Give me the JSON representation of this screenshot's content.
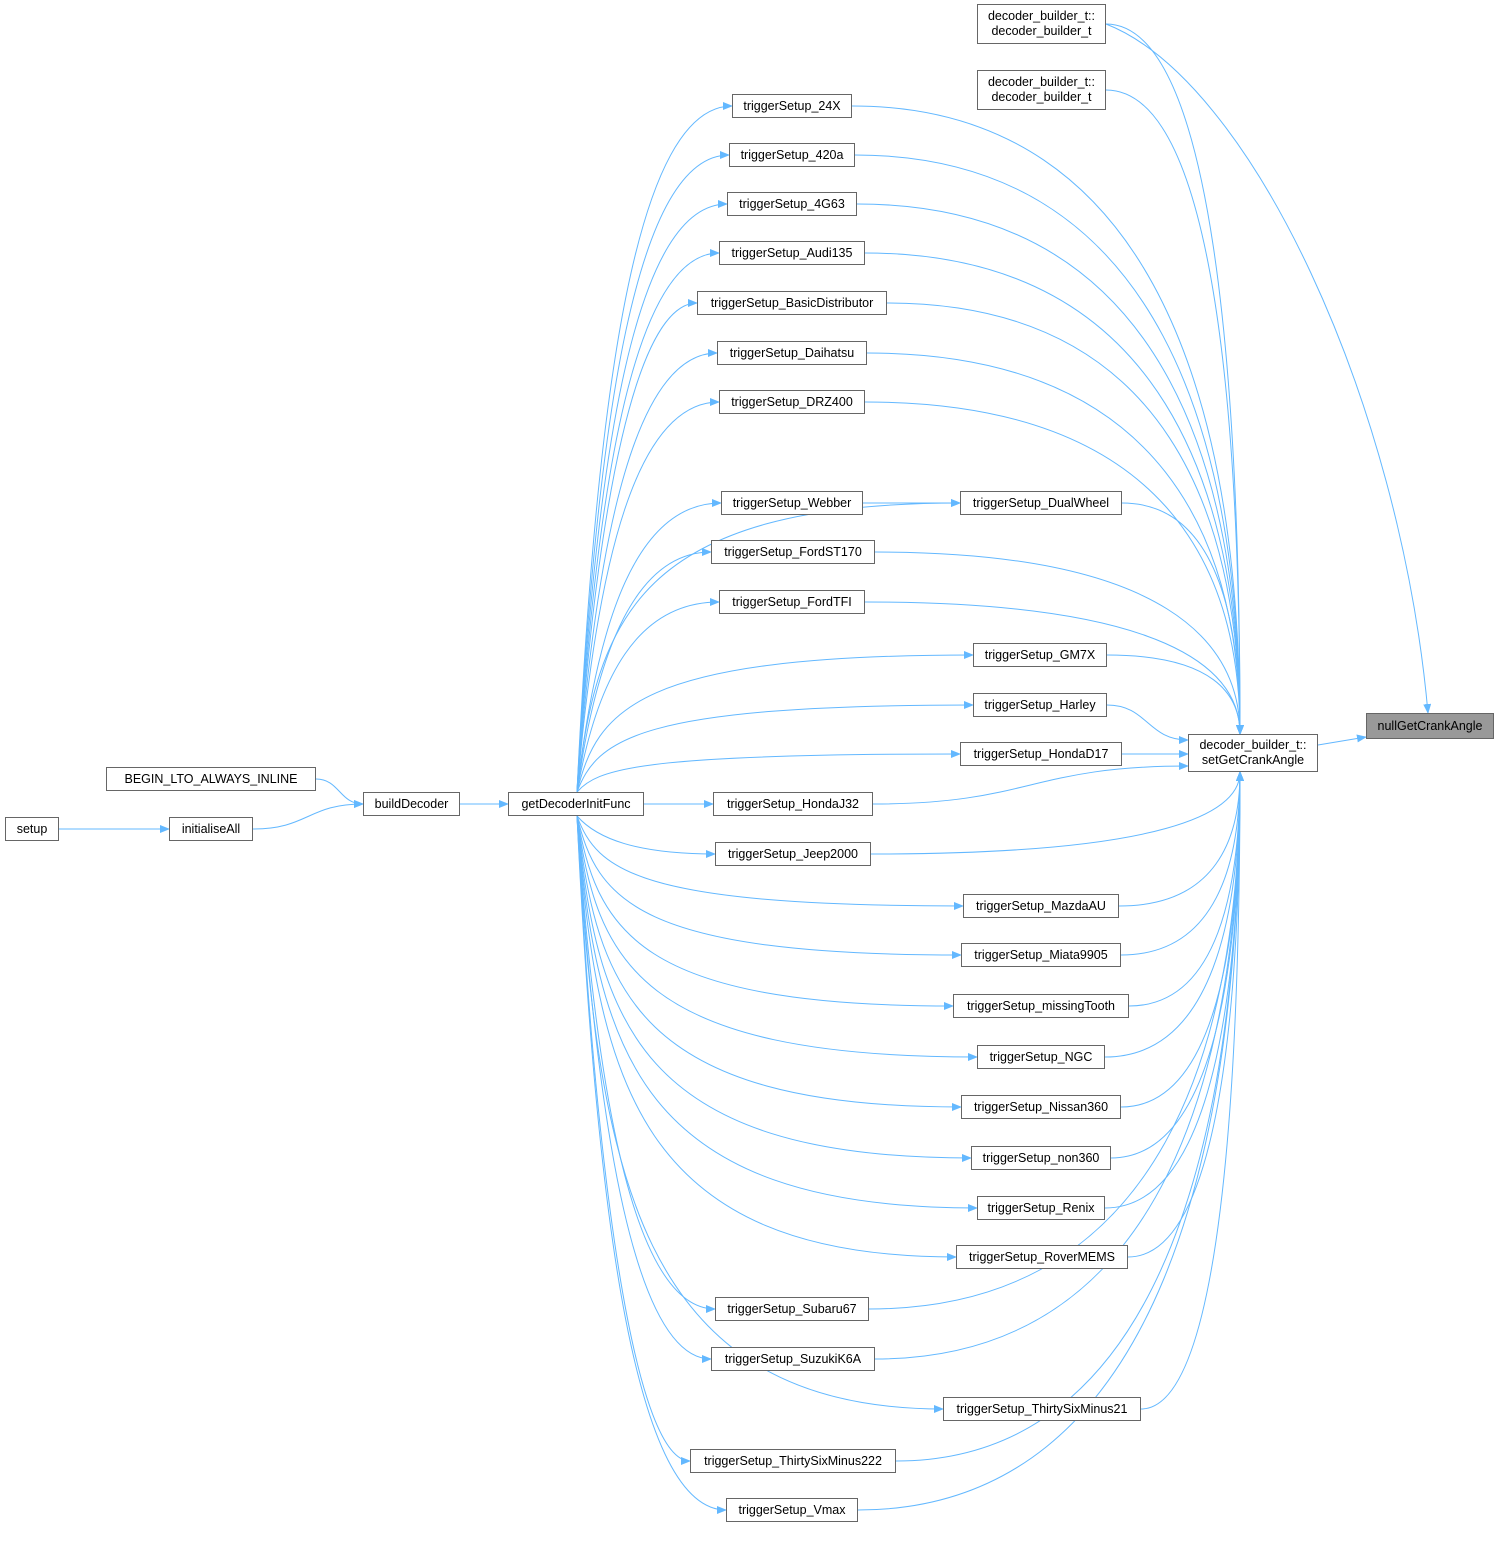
{
  "graph": {
    "type": "caller-graph",
    "edge_color": "#63b8ff",
    "current_fill": "#999999",
    "nodes": [
      {
        "id": "null",
        "label": "nullGetCrankAngle",
        "current": true
      },
      {
        "id": "set",
        "label": "decoder_builder_t::\nsetGetCrankAngle"
      },
      {
        "id": "db1",
        "label": "decoder_builder_t::\ndecoder_builder_t"
      },
      {
        "id": "db2",
        "label": "decoder_builder_t::\ndecoder_builder_t"
      },
      {
        "id": "t24x",
        "label": "triggerSetup_24X"
      },
      {
        "id": "t420a",
        "label": "triggerSetup_420a"
      },
      {
        "id": "t4g63",
        "label": "triggerSetup_4G63"
      },
      {
        "id": "taudi",
        "label": "triggerSetup_Audi135"
      },
      {
        "id": "tbasic",
        "label": "triggerSetup_BasicDistributor"
      },
      {
        "id": "tdai",
        "label": "triggerSetup_Daihatsu"
      },
      {
        "id": "tdrz",
        "label": "triggerSetup_DRZ400"
      },
      {
        "id": "twebber",
        "label": "triggerSetup_Webber"
      },
      {
        "id": "tdual",
        "label": "triggerSetup_DualWheel"
      },
      {
        "id": "tst170",
        "label": "triggerSetup_FordST170"
      },
      {
        "id": "ttfi",
        "label": "triggerSetup_FordTFI"
      },
      {
        "id": "tgm7x",
        "label": "triggerSetup_GM7X"
      },
      {
        "id": "tharley",
        "label": "triggerSetup_Harley"
      },
      {
        "id": "td17",
        "label": "triggerSetup_HondaD17"
      },
      {
        "id": "tj32",
        "label": "triggerSetup_HondaJ32"
      },
      {
        "id": "tjeep",
        "label": "triggerSetup_Jeep2000"
      },
      {
        "id": "tmazda",
        "label": "triggerSetup_MazdaAU"
      },
      {
        "id": "tmiata",
        "label": "triggerSetup_Miata9905"
      },
      {
        "id": "tmissing",
        "label": "triggerSetup_missingTooth"
      },
      {
        "id": "tngc",
        "label": "triggerSetup_NGC"
      },
      {
        "id": "tnissan",
        "label": "triggerSetup_Nissan360"
      },
      {
        "id": "tnon360",
        "label": "triggerSetup_non360"
      },
      {
        "id": "trenix",
        "label": "triggerSetup_Renix"
      },
      {
        "id": "trover",
        "label": "triggerSetup_RoverMEMS"
      },
      {
        "id": "tsubaru",
        "label": "triggerSetup_Subaru67"
      },
      {
        "id": "tsuzuki",
        "label": "triggerSetup_SuzukiK6A"
      },
      {
        "id": "t3621",
        "label": "triggerSetup_ThirtySixMinus21"
      },
      {
        "id": "t36222",
        "label": "triggerSetup_ThirtySixMinus222"
      },
      {
        "id": "tvmax",
        "label": "triggerSetup_Vmax"
      },
      {
        "id": "getinit",
        "label": "getDecoderInitFunc"
      },
      {
        "id": "build",
        "label": "buildDecoder"
      },
      {
        "id": "begin",
        "label": "BEGIN_LTO_ALWAYS_INLINE"
      },
      {
        "id": "initall",
        "label": "initialiseAll"
      },
      {
        "id": "setup",
        "label": "setup"
      }
    ],
    "edges": [
      [
        "set",
        "null"
      ],
      [
        "db1",
        "null"
      ],
      [
        "db1",
        "set"
      ],
      [
        "db2",
        "set"
      ],
      [
        "t24x",
        "set"
      ],
      [
        "t420a",
        "set"
      ],
      [
        "t4g63",
        "set"
      ],
      [
        "taudi",
        "set"
      ],
      [
        "tbasic",
        "set"
      ],
      [
        "tdai",
        "set"
      ],
      [
        "tdrz",
        "set"
      ],
      [
        "tdual",
        "set"
      ],
      [
        "tst170",
        "set"
      ],
      [
        "ttfi",
        "set"
      ],
      [
        "tgm7x",
        "set"
      ],
      [
        "tharley",
        "set"
      ],
      [
        "td17",
        "set"
      ],
      [
        "tj32",
        "set"
      ],
      [
        "tjeep",
        "set"
      ],
      [
        "tmazda",
        "set"
      ],
      [
        "tmiata",
        "set"
      ],
      [
        "tmissing",
        "set"
      ],
      [
        "tngc",
        "set"
      ],
      [
        "tnissan",
        "set"
      ],
      [
        "tnon360",
        "set"
      ],
      [
        "trenix",
        "set"
      ],
      [
        "trover",
        "set"
      ],
      [
        "tsubaru",
        "set"
      ],
      [
        "tsuzuki",
        "set"
      ],
      [
        "t3621",
        "set"
      ],
      [
        "t36222",
        "set"
      ],
      [
        "tvmax",
        "set"
      ],
      [
        "twebber",
        "tdual"
      ],
      [
        "getinit",
        "t24x"
      ],
      [
        "getinit",
        "t420a"
      ],
      [
        "getinit",
        "t4g63"
      ],
      [
        "getinit",
        "taudi"
      ],
      [
        "getinit",
        "tbasic"
      ],
      [
        "getinit",
        "tdai"
      ],
      [
        "getinit",
        "tdrz"
      ],
      [
        "getinit",
        "tdual"
      ],
      [
        "getinit",
        "twebber"
      ],
      [
        "getinit",
        "tst170"
      ],
      [
        "getinit",
        "ttfi"
      ],
      [
        "getinit",
        "tgm7x"
      ],
      [
        "getinit",
        "tharley"
      ],
      [
        "getinit",
        "td17"
      ],
      [
        "getinit",
        "tj32"
      ],
      [
        "getinit",
        "tjeep"
      ],
      [
        "getinit",
        "tmazda"
      ],
      [
        "getinit",
        "tmiata"
      ],
      [
        "getinit",
        "tmissing"
      ],
      [
        "getinit",
        "tngc"
      ],
      [
        "getinit",
        "tnissan"
      ],
      [
        "getinit",
        "tnon360"
      ],
      [
        "getinit",
        "trenix"
      ],
      [
        "getinit",
        "trover"
      ],
      [
        "getinit",
        "tsubaru"
      ],
      [
        "getinit",
        "tsuzuki"
      ],
      [
        "getinit",
        "t3621"
      ],
      [
        "getinit",
        "t36222"
      ],
      [
        "getinit",
        "tvmax"
      ],
      [
        "build",
        "getinit"
      ],
      [
        "begin",
        "build"
      ],
      [
        "initall",
        "build"
      ],
      [
        "setup",
        "initall"
      ]
    ]
  }
}
